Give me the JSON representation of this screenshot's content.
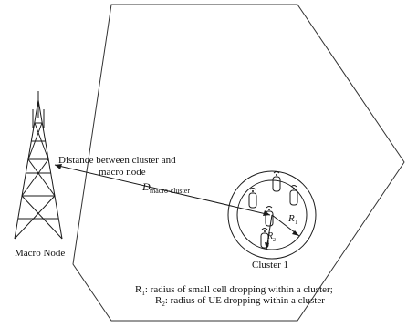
{
  "diagram": {
    "macro_node_label": "Macro Node",
    "distance_label_line1": "Distance between cluster and",
    "distance_label_line2": "macro node",
    "distance_symbol": "D",
    "distance_subscript": "macro-cluster",
    "r1_symbol": "R",
    "r1_subscript": "1",
    "r2_symbol": "R",
    "r2_subscript": "2",
    "cluster_label": "Cluster 1",
    "legend_r1_prefix": "R",
    "legend_r1_subscript": "1",
    "legend_r1_text": ": radius of small cell dropping within a cluster;",
    "legend_r2_prefix": "R",
    "legend_r2_subscript": "2",
    "legend_r2_text": ": radius of UE dropping within a cluster"
  },
  "colors": {
    "line": "#1a1a1a",
    "background": "#ffffff"
  }
}
